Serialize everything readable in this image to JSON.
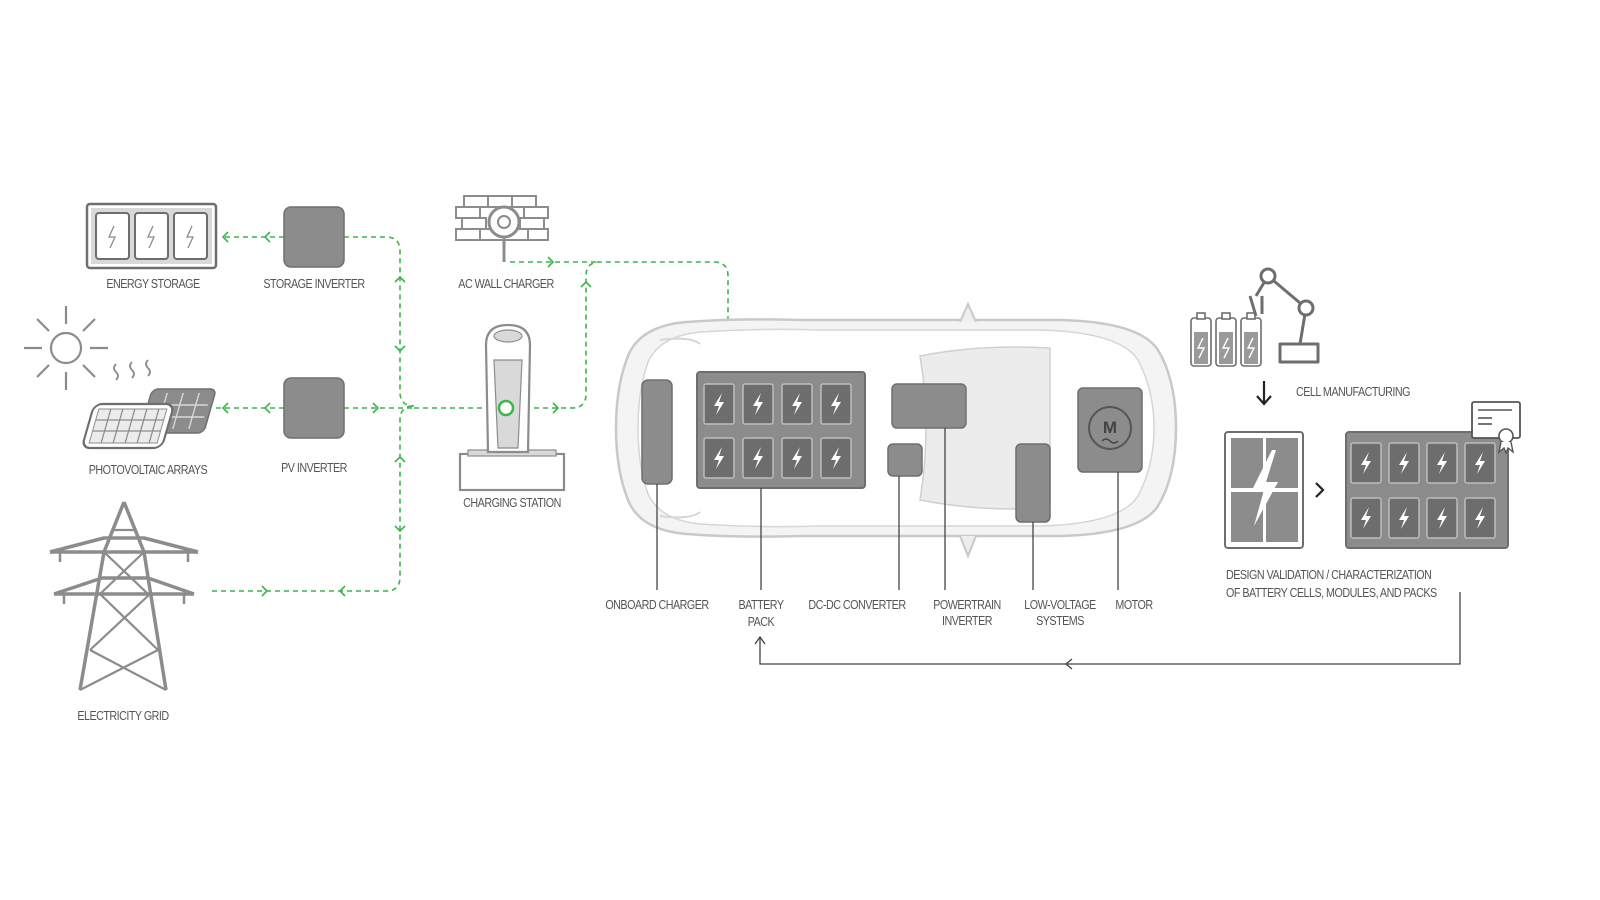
{
  "colors": {
    "flow_green": "#3cb54a",
    "component_gray": "#8c8c8c",
    "outline_gray": "#6e6e6e",
    "light_gray": "#d9d9d9",
    "label_gray": "#555555"
  },
  "icons": {
    "energy_storage": "battery-rack-icon",
    "sun": "sun-icon",
    "photovoltaic": "solar-panel-icon",
    "electricity_grid": "power-tower-icon",
    "ac_wall_charger": "wall-charger-icon",
    "charging_station": "ev-charging-station-icon",
    "car": "car-topview-icon",
    "motor": "motor-icon",
    "robot_arm": "robot-arm-icon",
    "cells": "battery-cells-icon",
    "certificate": "certificate-icon"
  },
  "labels": {
    "energy_storage": "ENERGY STORAGE",
    "storage_inverter": "STORAGE INVERTER",
    "ac_wall_charger": "AC WALL CHARGER",
    "photovoltaic_arrays": "PHOTOVOLTAIC ARRAYS",
    "pv_inverter": "PV INVERTER",
    "charging_station": "CHARGING STATION",
    "electricity_grid": "ELECTRICITY GRID",
    "onboard_charger": "ONBOARD CHARGER",
    "battery_pack_1": "BATTERY",
    "battery_pack_2": "PACK",
    "dc_dc_converter": "DC-DC CONVERTER",
    "powertrain_inverter_1": "POWERTRAIN",
    "powertrain_inverter_2": "INVERTER",
    "low_voltage_1": "LOW-VOLTAGE",
    "low_voltage_2": "SYSTEMS",
    "motor": "MOTOR",
    "motor_letter": "M",
    "cell_manufacturing": "CELL MANUFACTURING",
    "design_validation_1": "DESIGN VALIDATION / CHARACTERIZATION",
    "design_validation_2": "OF BATTERY CELLS, MODULES, AND PACKS"
  }
}
